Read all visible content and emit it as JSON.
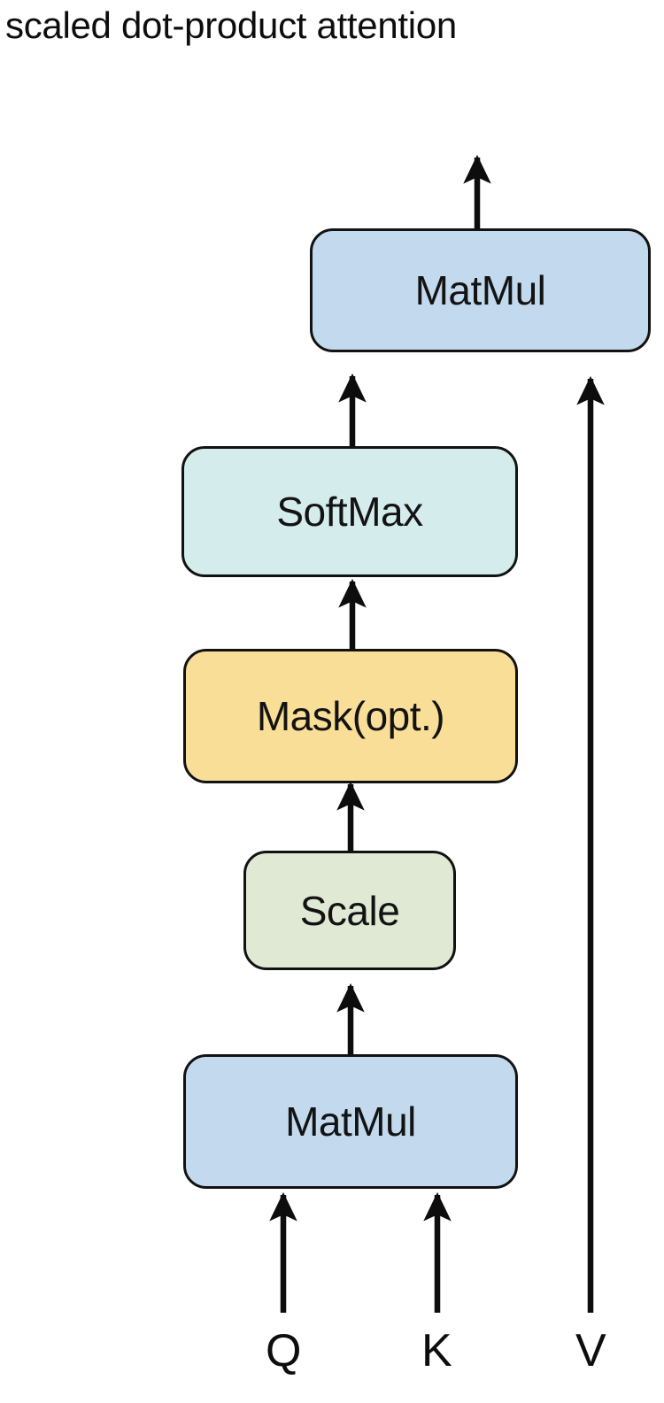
{
  "title": "scaled dot-product attention",
  "diagram": {
    "type": "flowchart",
    "orientation": "bottom-to-top",
    "nodes": [
      {
        "id": "matmul-top",
        "label": "MatMul",
        "color": "#c3d9ee",
        "border": "#121212"
      },
      {
        "id": "softmax",
        "label": "SoftMax",
        "color": "#d4ecec",
        "border": "#121212"
      },
      {
        "id": "mask",
        "label": "Mask(opt.)",
        "color": "#f8de97",
        "border": "#121212"
      },
      {
        "id": "scale",
        "label": "Scale",
        "color": "#e0e9d3",
        "border": "#121212"
      },
      {
        "id": "matmul-bottom",
        "label": "MatMul",
        "color": "#c3d9ee",
        "border": "#121212"
      }
    ],
    "inputs": [
      {
        "id": "q",
        "label": "Q"
      },
      {
        "id": "k",
        "label": "K"
      },
      {
        "id": "v",
        "label": "V"
      }
    ],
    "edges": [
      {
        "from": "q",
        "to": "matmul-bottom",
        "arrow": "up"
      },
      {
        "from": "k",
        "to": "matmul-bottom",
        "arrow": "up"
      },
      {
        "from": "matmul-bottom",
        "to": "scale",
        "arrow": "up"
      },
      {
        "from": "scale",
        "to": "mask",
        "arrow": "up"
      },
      {
        "from": "mask",
        "to": "softmax",
        "arrow": "up"
      },
      {
        "from": "softmax",
        "to": "matmul-top",
        "arrow": "up"
      },
      {
        "from": "v",
        "to": "matmul-top",
        "arrow": "up"
      },
      {
        "from": "matmul-top",
        "to": "output",
        "arrow": "up"
      }
    ],
    "colors": {
      "background": "#ffffff",
      "stroke": "#0d0d0d",
      "text": "#131313"
    }
  }
}
